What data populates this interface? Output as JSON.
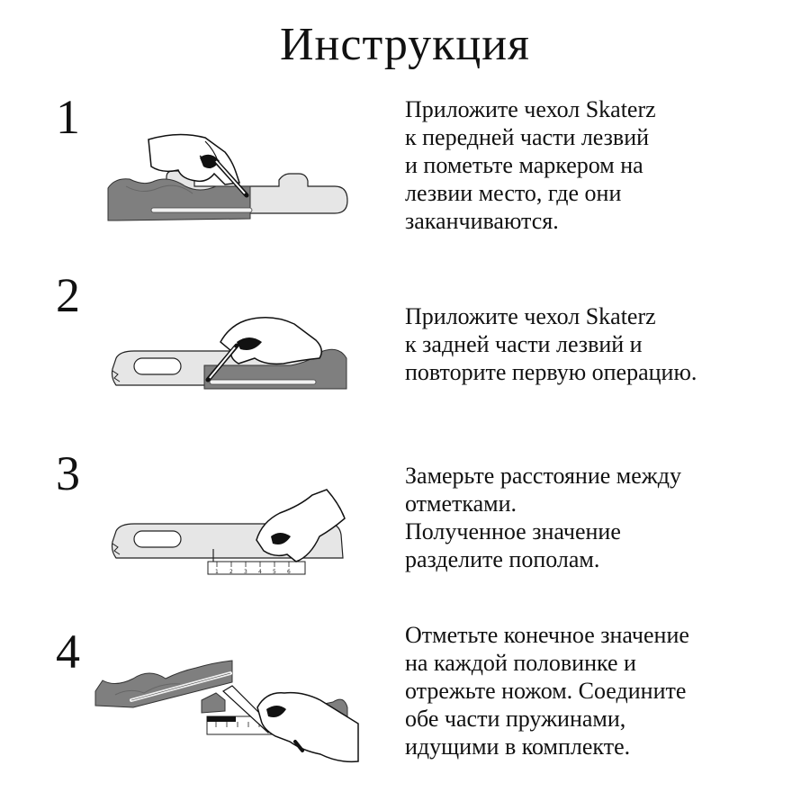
{
  "title": "Инструкция",
  "steps": [
    {
      "number": "1",
      "lines": [
        "Приложите чехол Skaterz",
        "к передней части лезвий",
        "и пометьте маркером на",
        "лезвии место, где они",
        "заканчиваются."
      ]
    },
    {
      "number": "2",
      "lines": [
        "Приложите чехол Skaterz",
        "к задней части лезвий и",
        "повторите первую операцию."
      ]
    },
    {
      "number": "3",
      "lines": [
        "Замерьте расстояние между",
        "отметками.",
        "Полученное значение",
        "разделите пополам."
      ]
    },
    {
      "number": "4",
      "lines": [
        "Отметьте конечное значение",
        "на каждой половинке и",
        "отрежьте ножом. Соедините",
        "обе части пружинами,",
        "идущими в комплекте."
      ]
    }
  ],
  "ruler": {
    "digits": [
      "1",
      "2",
      "3",
      "4",
      "5",
      "6"
    ]
  },
  "colors": {
    "cover_fill": "#7f7f7f",
    "blade_fill": "#e6e6e6",
    "ink": "#111111"
  }
}
